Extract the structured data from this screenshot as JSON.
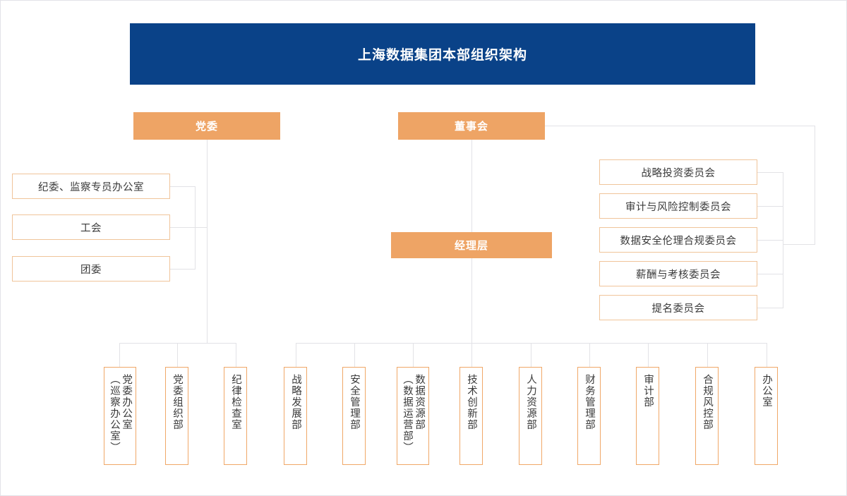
{
  "chart": {
    "type": "org-chart",
    "title": "上海数据集团本部组织架构",
    "colors": {
      "banner_bg": "#0a4288",
      "node_fill": "#eea465",
      "node_border": "#f0c49a",
      "dept_border": "#f0a868",
      "connector": "#e2e2e6",
      "text_dark": "#3a3a3a",
      "text_light": "#ffffff",
      "page_bg": "#ffffff"
    },
    "level1": [
      {
        "id": "party-committee",
        "label": "党委"
      },
      {
        "id": "board-of-directors",
        "label": "董事会"
      }
    ],
    "level2": [
      {
        "id": "management",
        "label": "经理层"
      }
    ],
    "party_support_units": [
      {
        "id": "discipline-supervision-office",
        "label": "纪委、监察专员办公室"
      },
      {
        "id": "labor-union",
        "label": "工会"
      },
      {
        "id": "youth-league-committee",
        "label": "团委"
      }
    ],
    "board_committees": [
      {
        "id": "strategic-investment-committee",
        "label": "战略投资委员会"
      },
      {
        "id": "audit-risk-control-committee",
        "label": "审计与风险控制委员会"
      },
      {
        "id": "data-security-ethics-compliance-committee",
        "label": "数据安全伦理合规委员会"
      },
      {
        "id": "remuneration-appraisal-committee",
        "label": "薪酬与考核委员会"
      },
      {
        "id": "nomination-committee",
        "label": "提名委员会"
      }
    ],
    "party_departments": [
      {
        "id": "party-committee-office",
        "columns": [
          "党委办公室",
          "（巡察办公室）"
        ]
      },
      {
        "id": "party-organization-department",
        "columns": [
          "党委组织部"
        ]
      },
      {
        "id": "discipline-inspection-office",
        "columns": [
          "纪律检查室"
        ]
      }
    ],
    "business_departments": [
      {
        "id": "strategic-development-department",
        "columns": [
          "战略发展部"
        ]
      },
      {
        "id": "security-management-department",
        "columns": [
          "安全管理部"
        ]
      },
      {
        "id": "data-resource-department",
        "columns": [
          "数据资源部",
          "（数据运营部）"
        ]
      },
      {
        "id": "technology-innovation-department",
        "columns": [
          "技术创新部"
        ]
      },
      {
        "id": "human-resources-department",
        "columns": [
          "人力资源部"
        ]
      },
      {
        "id": "financial-management-department",
        "columns": [
          "财务管理部"
        ]
      },
      {
        "id": "audit-department",
        "columns": [
          "审计部"
        ]
      },
      {
        "id": "compliance-risk-control-department",
        "columns": [
          "合规风控部"
        ]
      },
      {
        "id": "general-office",
        "columns": [
          "办公室"
        ]
      }
    ]
  }
}
